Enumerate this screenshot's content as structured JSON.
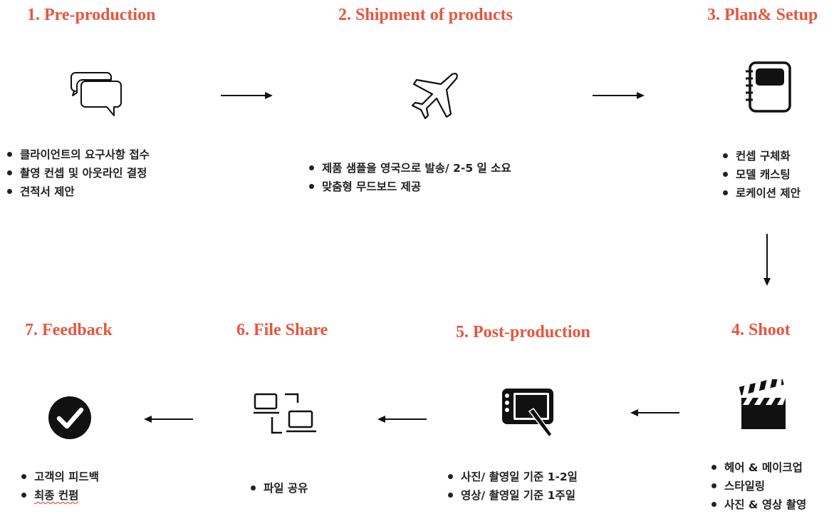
{
  "steps": [
    {
      "title": "1. Pre-production",
      "icon": "speech-bubbles-icon",
      "items": [
        "클라이언트의 요구사항 접수",
        "촬영 컨셉 및 아웃라인 결정",
        "견적서 제안"
      ]
    },
    {
      "title": "2. Shipment of products",
      "icon": "airplane-icon",
      "items": [
        "제품 샘플을 영국으로 발송/ 2-5 일 소요",
        "맞춤형 무드보드 제공"
      ]
    },
    {
      "title": "3. Plan& Setup",
      "icon": "notebook-icon",
      "items": [
        "컨셉 구체화",
        "모델 캐스팅",
        "로케이션 제안"
      ]
    },
    {
      "title": "4. Shoot",
      "icon": "clapperboard-icon",
      "items": [
        "헤어 & 메이크업",
        "스타일링",
        "사진 & 영상 촬영"
      ]
    },
    {
      "title": "5. Post-production",
      "icon": "drawing-tablet-icon",
      "items": [
        "사진/ 촬영일 기준 1-2일",
        "영상/ 촬영일 기준 1주일"
      ]
    },
    {
      "title": "6. File Share",
      "icon": "computers-share-icon",
      "items": [
        "파일 공유"
      ]
    },
    {
      "title": "7. Feedback",
      "icon": "check-circle-icon",
      "items": [
        "고객의 피드백",
        "최종 컨펌"
      ]
    }
  ],
  "colors": {
    "title": "#e8553e",
    "text": "#222222",
    "icon": "#111111"
  }
}
